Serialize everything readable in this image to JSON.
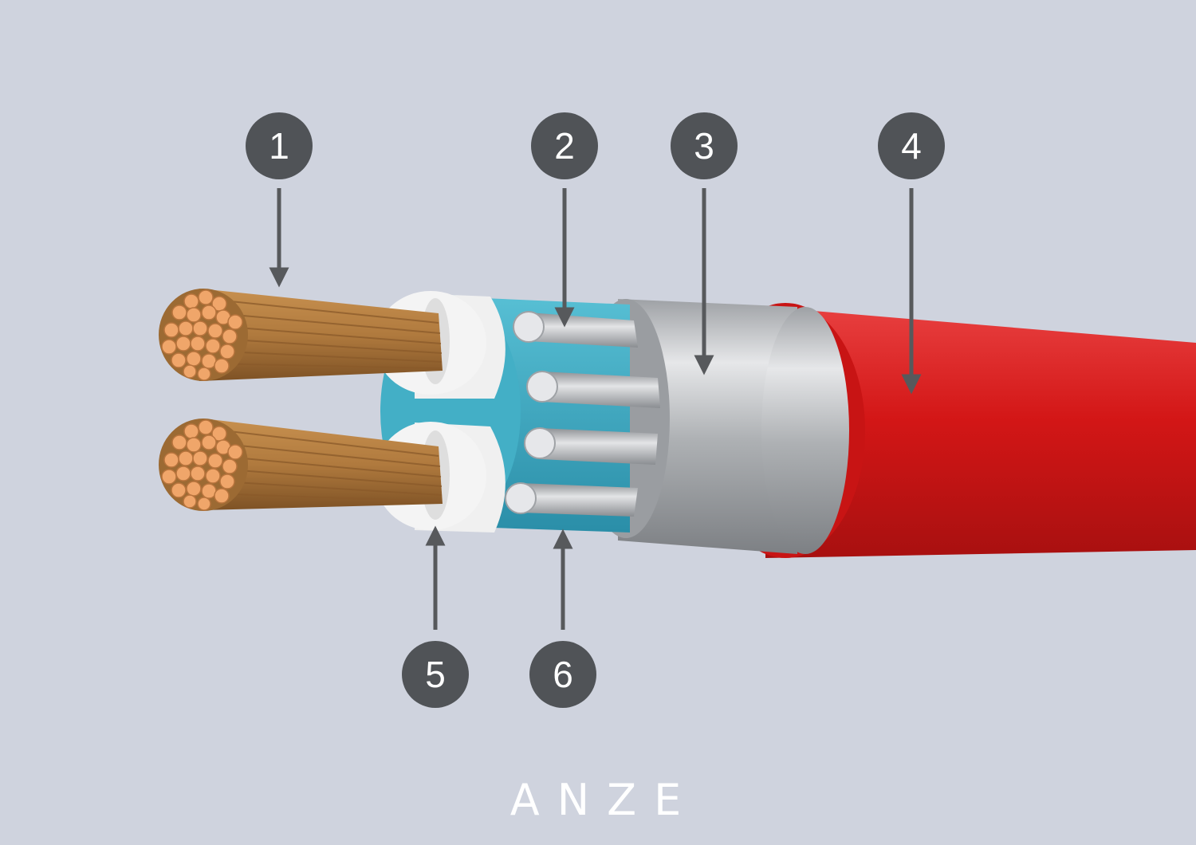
{
  "diagram": {
    "callouts": [
      {
        "id": "1",
        "label": "1"
      },
      {
        "id": "2",
        "label": "2"
      },
      {
        "id": "3",
        "label": "3"
      },
      {
        "id": "4",
        "label": "4"
      },
      {
        "id": "5",
        "label": "5"
      },
      {
        "id": "6",
        "label": "6"
      }
    ],
    "brand": "ANZE"
  },
  "colors": {
    "background": "#cfd3de",
    "callout_fill": "#505357",
    "arrow": "#57595c",
    "copper": "#d99258",
    "insulation": "#f3f3f3",
    "filler_blue": "#3aa8c0",
    "steel": "#c2c4c7",
    "jacket_red": "#d41a1a"
  }
}
